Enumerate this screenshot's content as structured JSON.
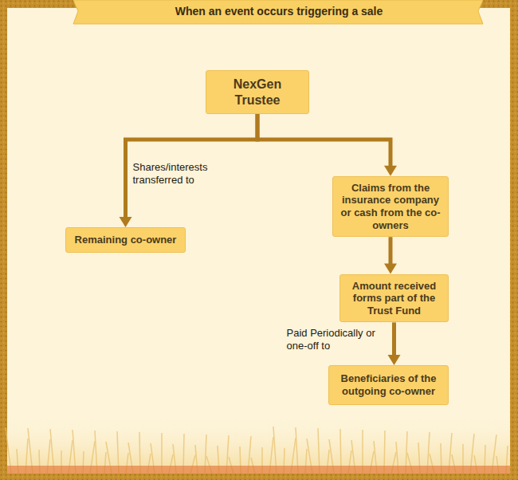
{
  "diagram": {
    "title": "When an event occurs triggering a sale",
    "nodes": [
      {
        "text": [
          "NexGen Trustee"
        ]
      },
      {
        "text": [
          "Remaining co-owner"
        ]
      },
      {
        "text": [
          "Claims from the insurance company or cash from the co-owners"
        ]
      },
      {
        "text": [
          "Amount received forms part of the Trust Fund"
        ]
      },
      {
        "text": [
          "Beneficiaries of the outgoing co-owner"
        ]
      }
    ],
    "edges": [
      {
        "from": 0,
        "to": 1,
        "label": "Shares/interests transferred to",
        "arrow": "to"
      },
      {
        "from": 0,
        "to": 2,
        "arrow": "to"
      },
      {
        "from": 2,
        "to": 3,
        "arrow": "to"
      },
      {
        "from": 3,
        "to": 4,
        "label": "Paid Periodically or one-off to",
        "arrow": "to"
      }
    ]
  }
}
